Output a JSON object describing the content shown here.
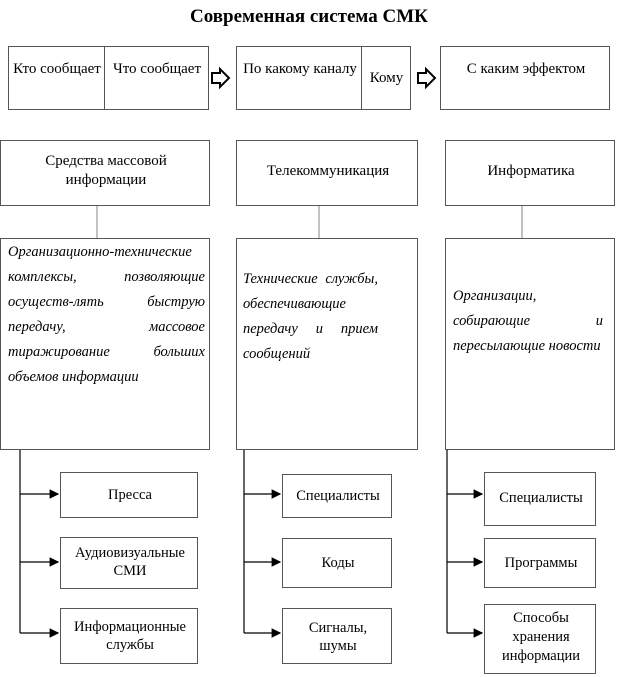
{
  "title": "Современная система СМК",
  "flow": {
    "who": "Кто сообщает",
    "what": "Что сообщает",
    "channel": "По какому каналу",
    "whom": "Кому",
    "effect": "С каким эффектом"
  },
  "columns": [
    {
      "header": "Средства массовой информации",
      "description": "Организационно-технические комплексы, позволяющие осуществ-лять быструю передачу, массовое тиражирование больших объемов информации",
      "items": [
        "Пресса",
        "Аудиовизуальные СМИ",
        "Информационные службы"
      ]
    },
    {
      "header": "Телекоммуникация",
      "description": "Технические службы, обеспечивающие передачу и прием сообщений",
      "items": [
        "Специалисты",
        "Коды",
        "Сигналы, шумы"
      ]
    },
    {
      "header": "Информатика",
      "description": "Организации, собирающие и пересылающие новости",
      "items": [
        "Специалисты",
        "Программы",
        "Способы хранения информации"
      ]
    }
  ]
}
